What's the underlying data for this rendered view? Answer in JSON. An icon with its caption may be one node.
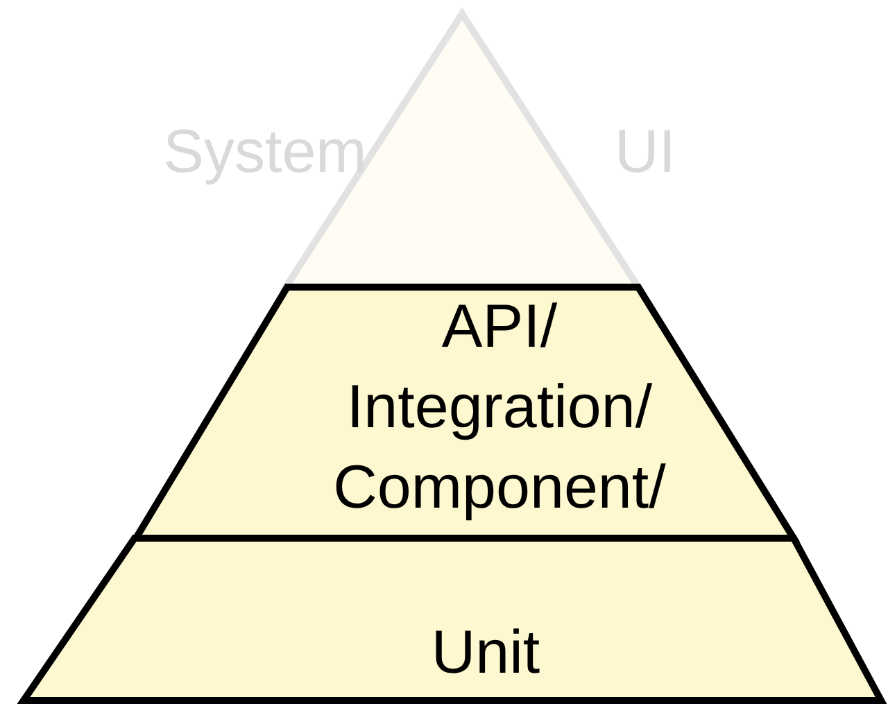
{
  "diagram": {
    "nodes": [
      {
        "text": [
          "System",
          "UI"
        ]
      },
      {
        "text": [
          "API/ Integration/ Component/"
        ]
      },
      {
        "text": [
          "Unit"
        ]
      }
    ]
  }
}
